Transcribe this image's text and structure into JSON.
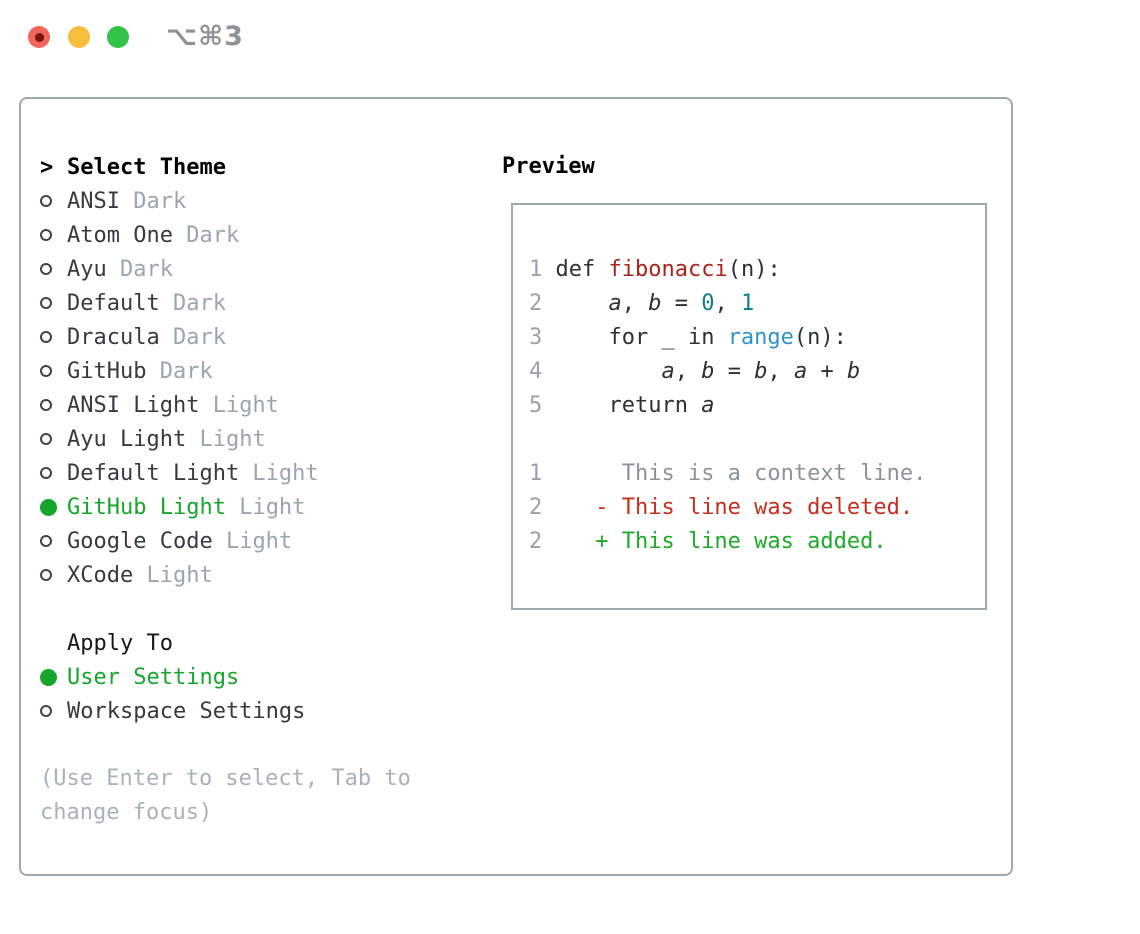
{
  "titlebar": {
    "shortcut": "⌥⌘3"
  },
  "theme_panel": {
    "header": {
      "prefix": ">",
      "label": "Select Theme"
    },
    "themes": [
      {
        "name": "ANSI",
        "tag": "Dark",
        "selected": false
      },
      {
        "name": "Atom One",
        "tag": "Dark",
        "selected": false
      },
      {
        "name": "Ayu",
        "tag": "Dark",
        "selected": false
      },
      {
        "name": "Default",
        "tag": "Dark",
        "selected": false
      },
      {
        "name": "Dracula",
        "tag": "Dark",
        "selected": false
      },
      {
        "name": "GitHub",
        "tag": "Dark",
        "selected": false
      },
      {
        "name": "ANSI Light",
        "tag": "Light",
        "selected": false
      },
      {
        "name": "Ayu Light",
        "tag": "Light",
        "selected": false
      },
      {
        "name": "Default Light",
        "tag": "Light",
        "selected": false
      },
      {
        "name": "GitHub Light",
        "tag": "Light",
        "selected": true
      },
      {
        "name": "Google Code",
        "tag": "Light",
        "selected": false
      },
      {
        "name": "XCode",
        "tag": "Light",
        "selected": false
      }
    ],
    "apply_to_label": "Apply To",
    "apply_options": [
      {
        "name": "User Settings",
        "selected": true
      },
      {
        "name": "Workspace Settings",
        "selected": false
      }
    ],
    "help_lines": [
      "(Use Enter to select, Tab to",
      "change focus)"
    ]
  },
  "preview": {
    "title": "Preview",
    "code_lines": [
      {
        "n": "1",
        "parts": [
          [
            "t",
            " def "
          ],
          [
            "fn",
            "fibonacci"
          ],
          [
            "t",
            "(n):"
          ]
        ]
      },
      {
        "n": "2",
        "parts": [
          [
            "t",
            "     "
          ],
          [
            "v",
            "a"
          ],
          [
            "t",
            ", "
          ],
          [
            "v",
            "b"
          ],
          [
            "t",
            " = "
          ],
          [
            "lit",
            "0"
          ],
          [
            "t",
            ", "
          ],
          [
            "lit",
            "1"
          ]
        ]
      },
      {
        "n": "3",
        "parts": [
          [
            "t",
            "     for _ in "
          ],
          [
            "bi",
            "range"
          ],
          [
            "t",
            "(n):"
          ]
        ]
      },
      {
        "n": "4",
        "parts": [
          [
            "t",
            "         "
          ],
          [
            "v",
            "a"
          ],
          [
            "t",
            ", "
          ],
          [
            "v",
            "b"
          ],
          [
            "t",
            " = "
          ],
          [
            "v",
            "b"
          ],
          [
            "t",
            ", "
          ],
          [
            "v",
            "a"
          ],
          [
            "t",
            " + "
          ],
          [
            "v",
            "b"
          ]
        ]
      },
      {
        "n": "5",
        "parts": [
          [
            "t",
            "     return "
          ],
          [
            "v",
            "a"
          ]
        ]
      },
      {
        "n": "",
        "parts": []
      },
      {
        "n": "1",
        "parts": [
          [
            "ctx",
            "      This is a context line."
          ]
        ]
      },
      {
        "n": "2",
        "parts": [
          [
            "del",
            "    - This line was deleted."
          ]
        ]
      },
      {
        "n": "2",
        "parts": [
          [
            "add",
            "    + This line was added."
          ]
        ]
      }
    ]
  },
  "colors": {
    "accent_green": "#16a62c",
    "diff_red": "#c52f1d",
    "diff_add_green": "#1cab28",
    "func_red": "#a6241b",
    "number_teal": "#0f7e8a",
    "builtin_blue": "#2f95c9",
    "muted_tag": "#9aa5b1",
    "gutter_gray": "#98a1ac",
    "context_gray": "#8b929b",
    "text_dark": "#343b43",
    "border_gray": "#a0a8b2",
    "help_gray": "#a9b2bc",
    "traffic_red": "#f2655a",
    "traffic_red_dot": "#75150e",
    "traffic_yellow": "#f7bd3c",
    "traffic_green": "#33c24a",
    "shortcut_gray": "#8d9298"
  }
}
